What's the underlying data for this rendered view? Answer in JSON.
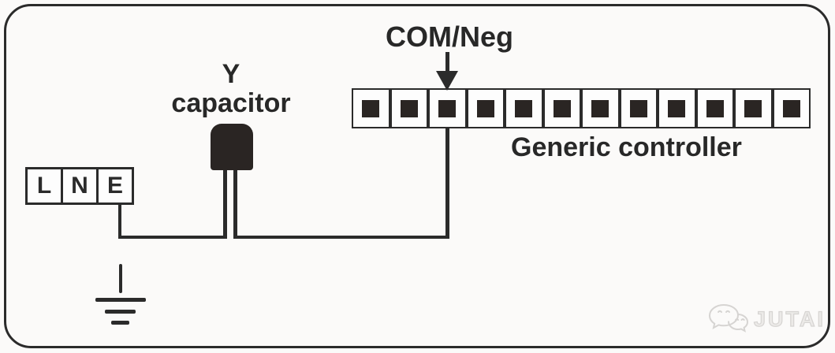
{
  "diagram": {
    "com_neg_label": "COM/Neg",
    "capacitor_label_line1": "Y",
    "capacitor_label_line2": "capacitor",
    "controller_label": "Generic controller",
    "power_terminals": [
      "L",
      "N",
      "E"
    ],
    "terminal_count": 12,
    "com_terminal_position": 3,
    "watermark_text": "JUTAI",
    "colors": {
      "line": "#2b2b2b",
      "terminal_fill": "#2a2523",
      "watermark": "#d6d4d2",
      "background": "#fbfaf9"
    }
  }
}
